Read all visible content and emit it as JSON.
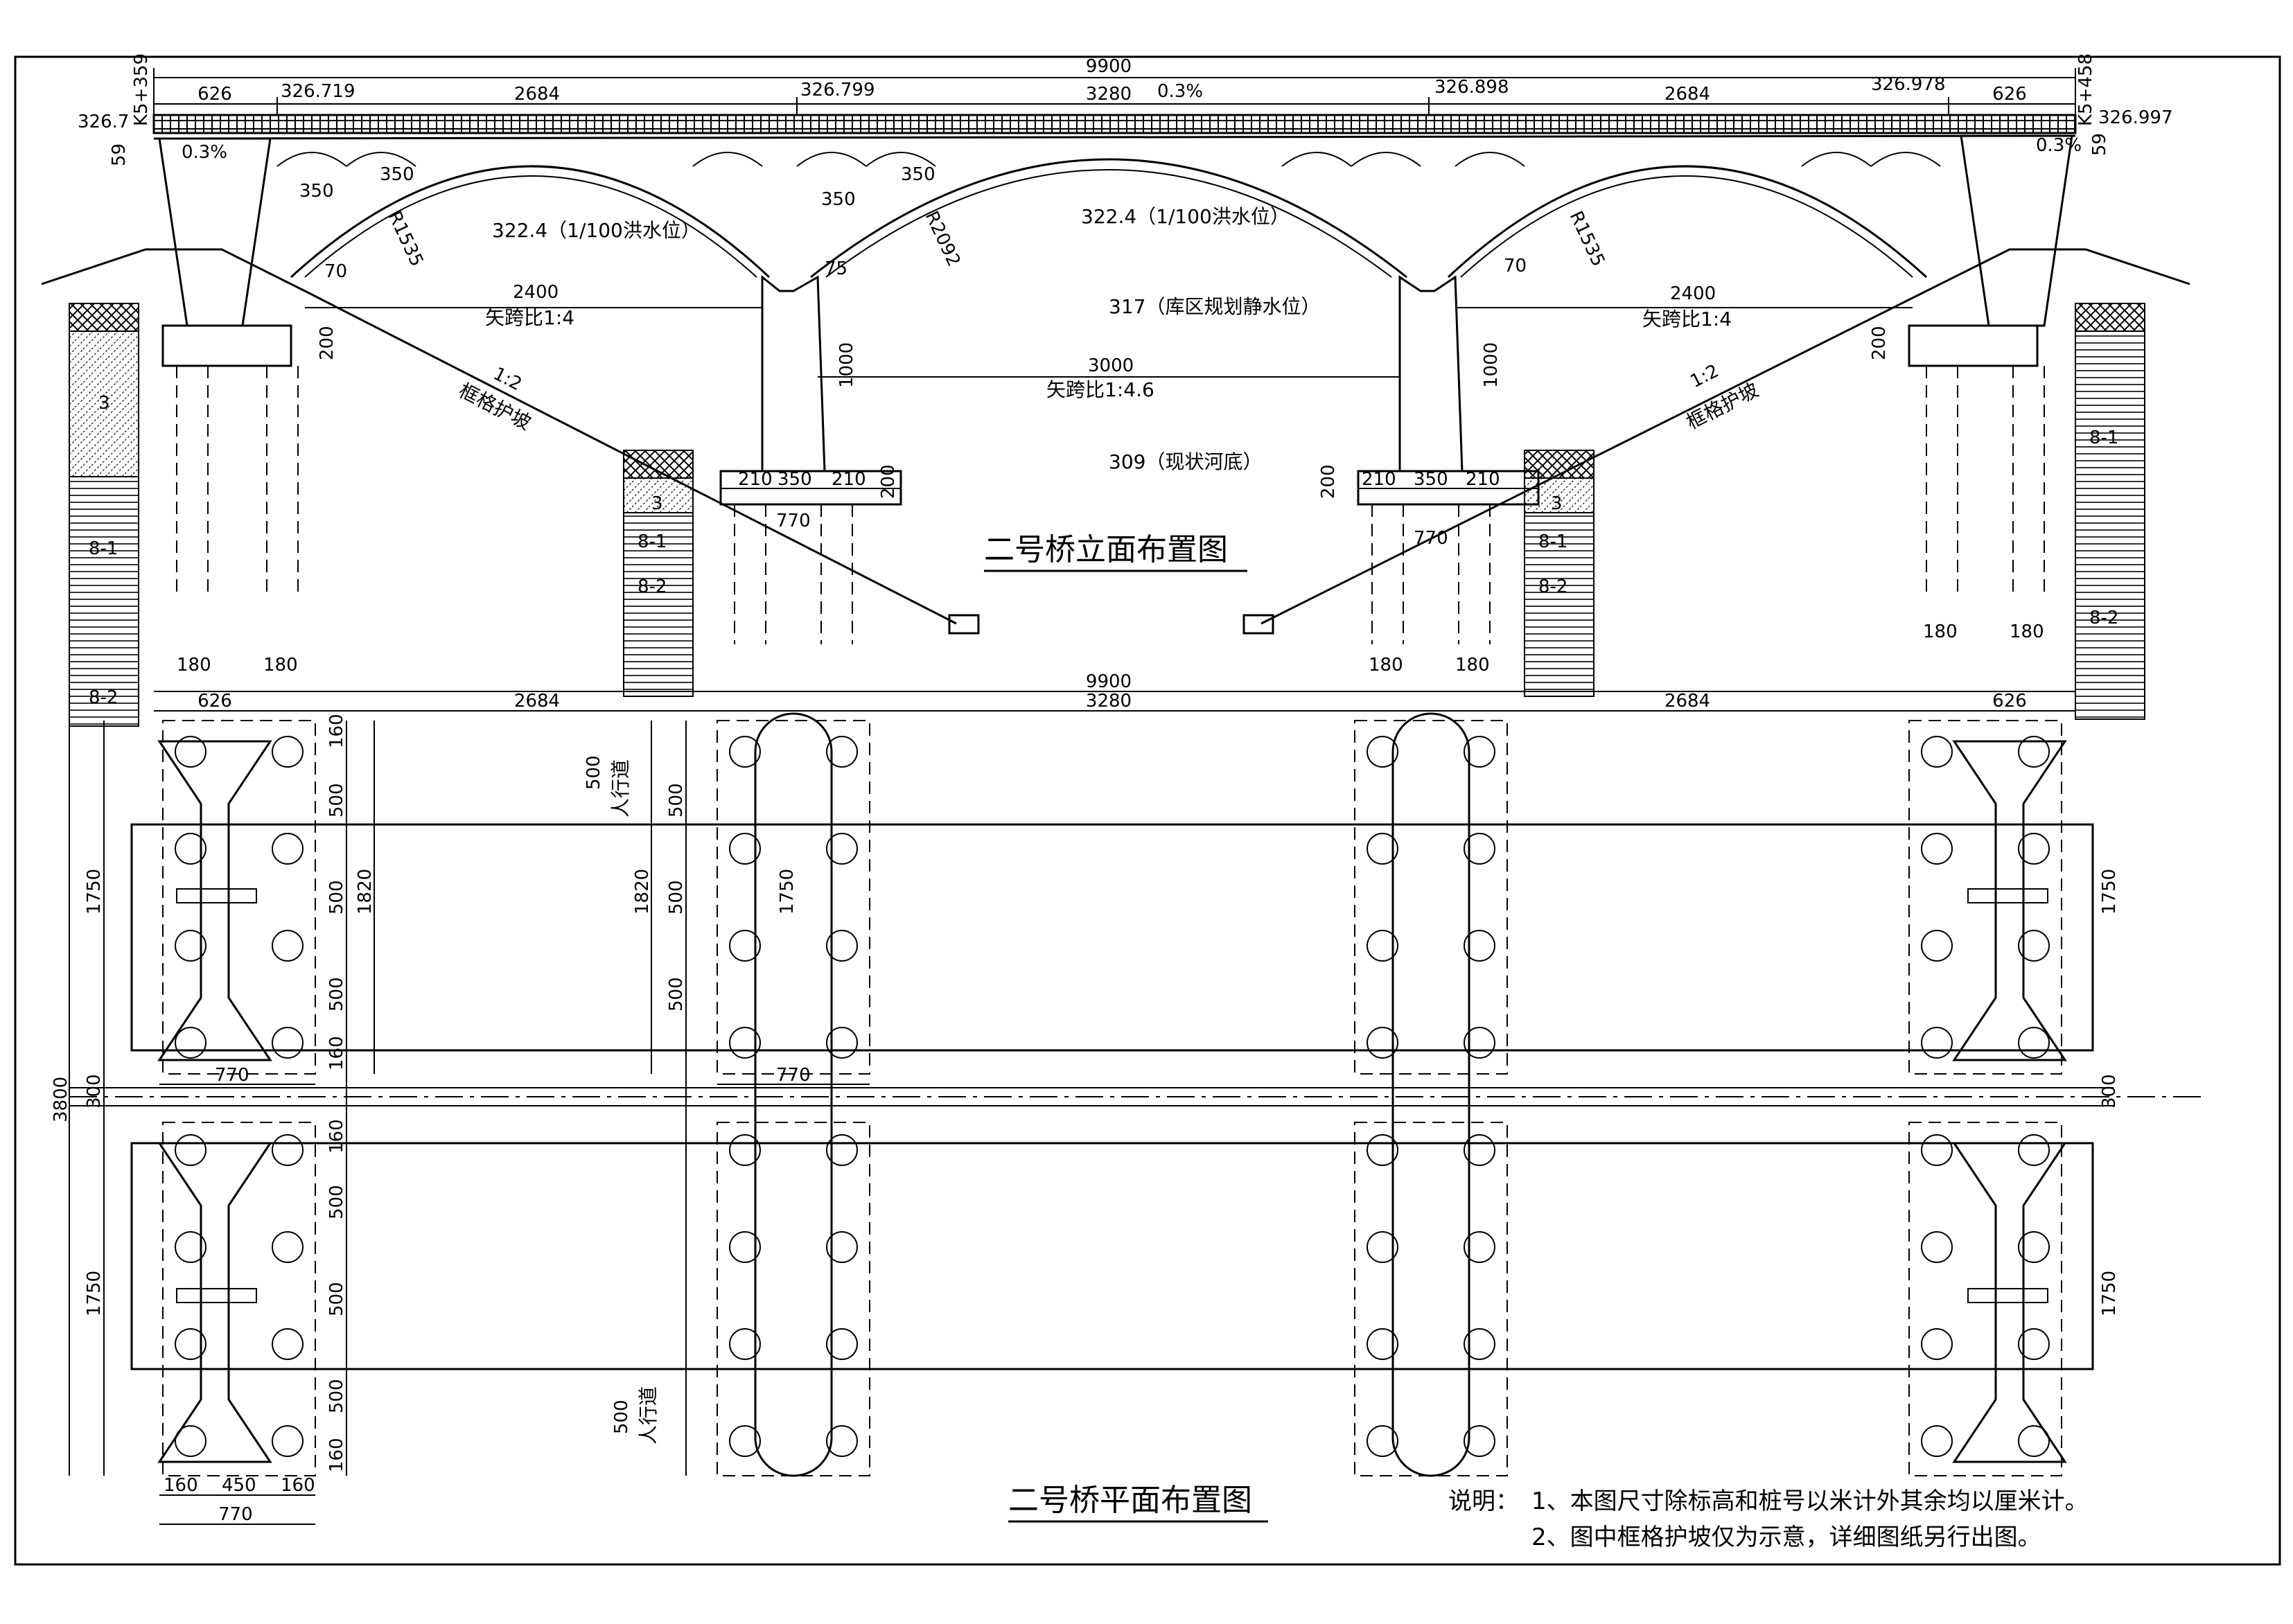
{
  "elevation": {
    "title": "二号桥立面布置图",
    "total_span": "9900",
    "side_span": "2684",
    "main_span": "3280",
    "abutment_width": "626",
    "stations": {
      "left": "K5+359",
      "right": "K5+458"
    },
    "deck_elevations": [
      "326.7",
      "326.719",
      "326.799",
      "326.898",
      "326.978",
      "326.997"
    ],
    "slope": "0.3%",
    "side_height_left": "59",
    "side_height_right": "59",
    "spandrel_spacing": "350",
    "radius_side": "R1535",
    "radius_main": "R2092",
    "rib_side": "70",
    "rib_main": "75",
    "flood_level": "322.4（1/100洪水位）",
    "design_water": "317（库区规划静水位）",
    "river_bed": "309（现状河底）",
    "side_arch_span": "2400",
    "side_ratio": "矢跨比1:4",
    "main_arch_span": "3000",
    "main_ratio": "矢跨比1:4.6",
    "pier_height": "1000",
    "cap_height": "200",
    "slope_ratio": "1:2",
    "slope_protection": "框格护坡",
    "pier_cap": [
      "210",
      "350",
      "210"
    ],
    "pier_width": "770",
    "pile_dia": "180",
    "soil_layers": [
      "3",
      "8-1",
      "8-2"
    ]
  },
  "plan": {
    "title": "二号桥平面布置图",
    "total_width": "3800",
    "half_width": "1750",
    "cap_width": "1820",
    "pile_spacing": "500",
    "edge": "160",
    "gap": "300",
    "sidewalk": "人行道",
    "sidewalk_width": "500",
    "abut_dims": [
      "160",
      "450",
      "160"
    ],
    "abut_total": "770"
  },
  "notes": {
    "heading": "说明：",
    "items": [
      "1、本图尺寸除标高和桩号以米计外其余均以厘米计。",
      "2、图中框格护坡仅为示意，详细图纸另行出图。"
    ]
  }
}
